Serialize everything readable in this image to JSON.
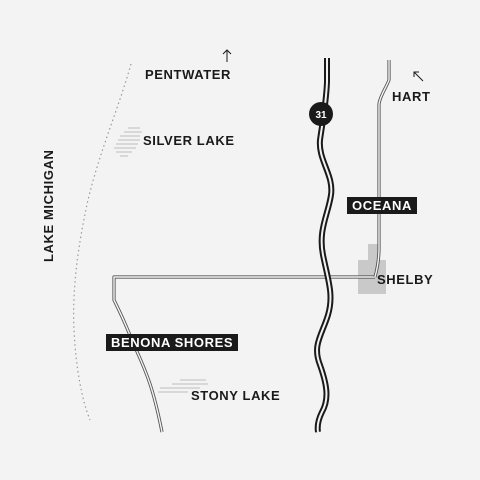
{
  "map": {
    "labels": {
      "pentwater": "PENTWATER",
      "silver_lake": "SILVER LAKE",
      "lake_michigan": "LAKE MICHIGAN",
      "hart": "HART",
      "oceana": "OCEANA",
      "shelby": "SHELBY",
      "benona_shores": "BENONA SHORES",
      "stony_lake": "STONY LAKE"
    },
    "route_shield": "31",
    "colors": {
      "background": "#f4f3f4",
      "ink": "#1a1a1a",
      "town_area": "#c9c9c9",
      "lake_hatch": "#bdbdbd",
      "shoreline": "#9a9a9a"
    },
    "icons": [
      "north-arrow-icon",
      "northwest-arrow-icon",
      "route-shield-icon"
    ]
  }
}
